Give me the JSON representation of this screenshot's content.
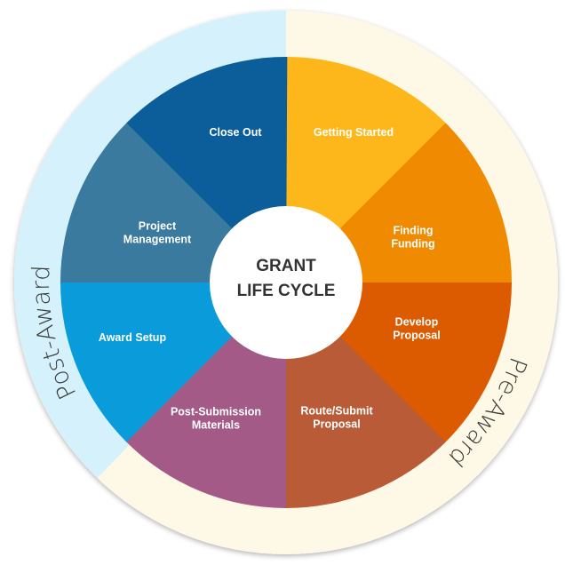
{
  "title": [
    "GRANT",
    "LIFE CYCLE"
  ],
  "phases": [
    {
      "label": "Pre-Award",
      "color": "#FEF8E6"
    },
    {
      "label": "Post-Award",
      "color": "#D4F1FC"
    }
  ],
  "segments": [
    {
      "lines": [
        "Getting Started"
      ],
      "color": "#FDB71B"
    },
    {
      "lines": [
        "Finding",
        "Funding"
      ],
      "color": "#F08A00"
    },
    {
      "lines": [
        "Develop",
        "Proposal"
      ],
      "color": "#DC5A00"
    },
    {
      "lines": [
        "Route/Submit",
        "Proposal"
      ],
      "color": "#B85B36"
    },
    {
      "lines": [
        "Post-Submission",
        "Materials"
      ],
      "color": "#A35A86"
    },
    {
      "lines": [
        "Award Setup"
      ],
      "color": "#0A9BDB"
    },
    {
      "lines": [
        "Project",
        "Management"
      ],
      "color": "#3A7A9E"
    },
    {
      "lines": [
        "Close Out"
      ],
      "color": "#0B5E9A"
    }
  ]
}
